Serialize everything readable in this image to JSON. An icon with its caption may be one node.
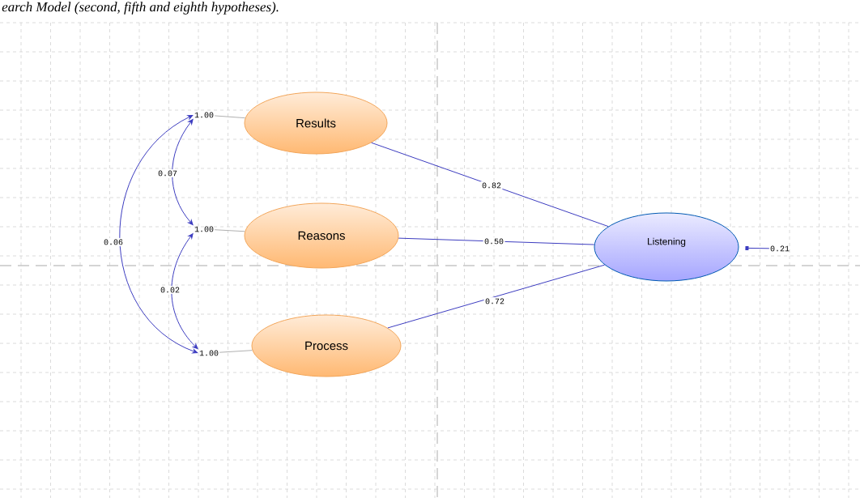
{
  "diagram": {
    "title": "earch Model (second, fifth and eighth hypotheses).",
    "nodes": [
      {
        "text": [
          "Results"
        ]
      },
      {
        "text": [
          "Reasons"
        ]
      },
      {
        "text": [
          "Process"
        ]
      },
      {
        "text": [
          "Listening"
        ]
      },
      {
        "text": [
          "1.00"
        ]
      },
      {
        "text": [
          "1.00"
        ]
      },
      {
        "text": [
          "1.00"
        ]
      },
      {
        "text": [
          "0.21"
        ]
      }
    ],
    "edges": [
      {
        "from": 0,
        "to": 3,
        "arrow": "none",
        "label": "0.82"
      },
      {
        "from": 1,
        "to": 3,
        "arrow": "none",
        "label": "0.50"
      },
      {
        "from": 2,
        "to": 3,
        "arrow": "none",
        "label": "0.72"
      },
      {
        "from": 4,
        "to": 5,
        "arrow": "both",
        "label": "0.07"
      },
      {
        "from": 5,
        "to": 6,
        "arrow": "both",
        "label": "0.02"
      },
      {
        "from": 4,
        "to": 6,
        "arrow": "both",
        "label": "0.06"
      },
      {
        "from": 4,
        "to": 0,
        "arrow": "none",
        "color": "#b0b0b0"
      },
      {
        "from": 5,
        "to": 1,
        "arrow": "none",
        "color": "#b0b0b0"
      },
      {
        "from": 6,
        "to": 2,
        "arrow": "none",
        "color": "#b0b0b0"
      },
      {
        "from": 3,
        "to": 7,
        "arrow": "other"
      }
    ]
  }
}
